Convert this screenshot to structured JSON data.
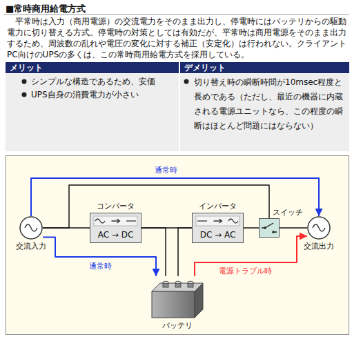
{
  "diagram": {
    "title": "■常時商用給電方式",
    "nodes": [
      {
        "text": [
          "交流入力"
        ]
      },
      {
        "text": [
          "コンバータ",
          "AC → DC"
        ]
      },
      {
        "text": [
          "インバータ",
          "DC → AC"
        ]
      },
      {
        "text": [
          "スイッチ"
        ]
      },
      {
        "text": [
          "交流出力"
        ]
      },
      {
        "text": [
          "バッテリ"
        ]
      }
    ],
    "edges": [
      {
        "from": 0,
        "to": 1,
        "arrow": "none"
      },
      {
        "from": 1,
        "to": 2,
        "arrow": "none"
      },
      {
        "from": 2,
        "to": 3,
        "arrow": "none"
      },
      {
        "from": 3,
        "to": 4,
        "arrow": "none"
      },
      {
        "from": 0,
        "to": 3,
        "arrow": "none"
      },
      {
        "from": 1,
        "to": 5,
        "arrow": "none"
      },
      {
        "from": 5,
        "to": 2,
        "arrow": "none"
      },
      {
        "from": 0,
        "to": 4,
        "label": "通常時",
        "arrow": "to"
      },
      {
        "from": 0,
        "to": 5,
        "label": "通常時",
        "arrow": "to"
      },
      {
        "from": 5,
        "to": 4,
        "label": "電源トラブル時",
        "arrow": "to"
      }
    ],
    "labels": [
      "平常時は入力（商用電源）の交流電力をそのまま出力し、停電時にはバッテリからの駆動電力に切り替える方式。停電時の対策としては有効だが、平常時は商用電源をそのまま出力するため、周波数の乱れや電圧の変化に対する補正（安定化）は行われない。クライアントPC向けのUPSの多くは、この常時商用給電方式を採用している。",
      "メリット",
      "デメリット",
      "シンプルな構造であるため、安価",
      "UPS自身の消費電力が小さい",
      "切り替え時の瞬断時間が10msec程度と長めである（ただし、最近の機器に内蔵される電源ユニットなら、この程度の瞬断はほとんど問題にはならない）"
    ]
  }
}
